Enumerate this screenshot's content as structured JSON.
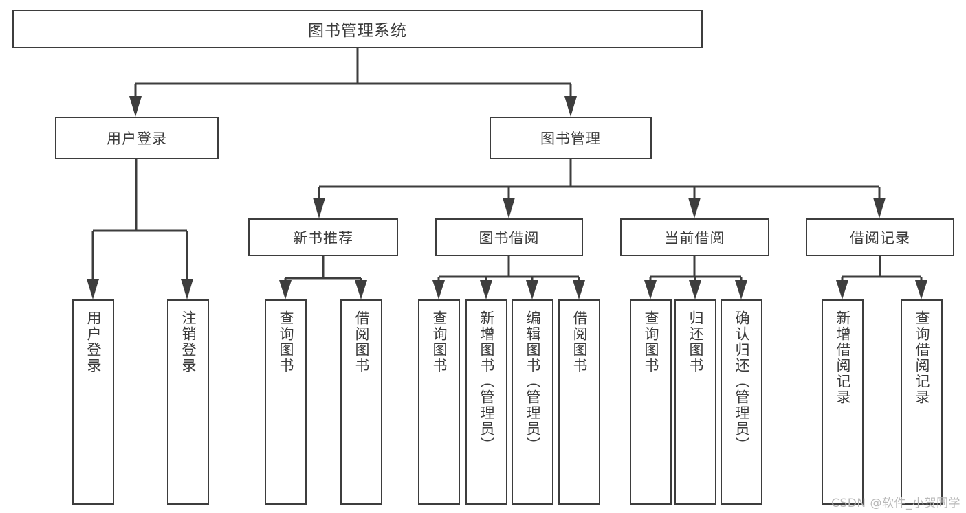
{
  "diagram": {
    "title": "图书管理系统",
    "type": "tree",
    "orientation": "top-down",
    "colors": {
      "stroke": "#3d3d3d",
      "box_fill": "#ffffff",
      "text": "#3a3a3a",
      "watermark": "#b9b9b9",
      "background": "#ffffff"
    }
  },
  "nodes": {
    "root": {
      "label": "图书管理系统"
    },
    "level2": [
      {
        "id": "user-login",
        "label": "用户登录"
      },
      {
        "id": "book-manage",
        "label": "图书管理"
      }
    ],
    "level3": [
      {
        "id": "new-book-recommend",
        "label": "新书推荐"
      },
      {
        "id": "book-borrow",
        "label": "图书借阅"
      },
      {
        "id": "current-borrow",
        "label": "当前借阅"
      },
      {
        "id": "borrow-record",
        "label": "借阅记录"
      }
    ],
    "leaves": {
      "user_login": [
        {
          "id": "leaf-user-login",
          "label": "用户登录"
        },
        {
          "id": "leaf-logout-login",
          "label": "注销登录"
        }
      ],
      "new_book_recommend": [
        {
          "id": "leaf-query-book-1",
          "label": "查询图书"
        },
        {
          "id": "leaf-borrow-book-1",
          "label": "借阅图书"
        }
      ],
      "book_borrow": [
        {
          "id": "leaf-query-book-2",
          "label": "查询图书"
        },
        {
          "id": "leaf-add-book",
          "label": "新增图书（管理员）"
        },
        {
          "id": "leaf-edit-book",
          "label": "编辑图书（管理员）"
        },
        {
          "id": "leaf-borrow-book-2",
          "label": "借阅图书"
        }
      ],
      "current_borrow": [
        {
          "id": "leaf-query-book-3",
          "label": "查询图书"
        },
        {
          "id": "leaf-return-book",
          "label": "归还图书"
        },
        {
          "id": "leaf-confirm-return",
          "label": "确认归还（管理员）"
        }
      ],
      "borrow_record": [
        {
          "id": "leaf-add-record",
          "label": "新增借阅记录"
        },
        {
          "id": "leaf-query-record",
          "label": "查询借阅记录"
        }
      ]
    }
  },
  "watermark": {
    "text": "CSDN @软件_小贺同学"
  }
}
